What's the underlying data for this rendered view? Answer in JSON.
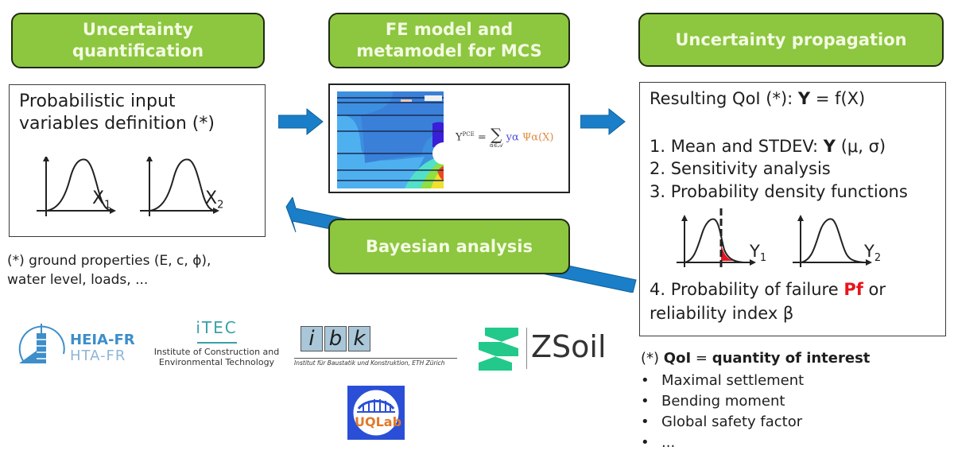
{
  "headers": {
    "uq_line1": "Uncertainty",
    "uq_line2": "quantification",
    "fe_line1": "FE model and",
    "fe_line2": "metamodel for MCS",
    "up": "Uncertainty propagation",
    "bayes": "Bayesian analysis"
  },
  "input_panel": {
    "title_line1": "Probabilistic input",
    "title_line2": "variables definition (*)",
    "var1": "X",
    "var1_sub": "1",
    "var2": "X",
    "var2_sub": "2"
  },
  "input_note": {
    "line1": "(*) ground properties (E, c, ϕ),",
    "line2": "water level, loads, ..."
  },
  "fe_panel": {
    "formula_lhs": "Y",
    "formula_sup": "PCE",
    "formula_eq": "=",
    "formula_sum": "∑",
    "formula_sub": "α∈𝒜",
    "formula_coef": "yα",
    "formula_basis": "Ψα(X)"
  },
  "output_panel": {
    "title_prefix": "Resulting QoI (*): ",
    "title_bold": "Y",
    "title_suffix": " = f(X)",
    "item1_prefix": "1. Mean and STDEV: ",
    "item1_bold": "Y",
    "item1_suffix": " (μ, σ)",
    "item2": "2. Sensitivity analysis",
    "item3": "3. Probability density functions",
    "y1": "Y",
    "y1_sub": "1",
    "y2": "Y",
    "y2_sub": "2",
    "item4_prefix": "4. Probability of failure ",
    "item4_red": "Pf",
    "item4_suffix": " or",
    "item4_line2": "reliability index β"
  },
  "qoi_note": {
    "prefix": "(*) ",
    "bold": "QoI",
    "mid": " = ",
    "bold2": "quantity of interest",
    "bullets": [
      "Maximal settlement",
      "Bending moment",
      "Global safety factor",
      "..."
    ]
  },
  "logos": {
    "heia_line1": "HEIA-FR",
    "heia_line2": "HTA-FR",
    "itec_title": "iTEC",
    "itec_line1": "Institute of Construction and",
    "itec_line2": "Environmental Technology",
    "ibk_letters": [
      "i",
      "b",
      "k"
    ],
    "ibk_caption": "Institut für Baustatik und Konstruktion, ETH Zürich",
    "zsoil": "ZSoil",
    "uqlab": "UQLab"
  },
  "colors": {
    "header_green": "#8dc63f",
    "arrow_blue": "#1a7fc8",
    "failure_red": "#e8141c",
    "zsoil_green": "#22c98a",
    "uqlab_blue": "#2a4fd6",
    "uqlab_orange": "#e07a2a"
  }
}
